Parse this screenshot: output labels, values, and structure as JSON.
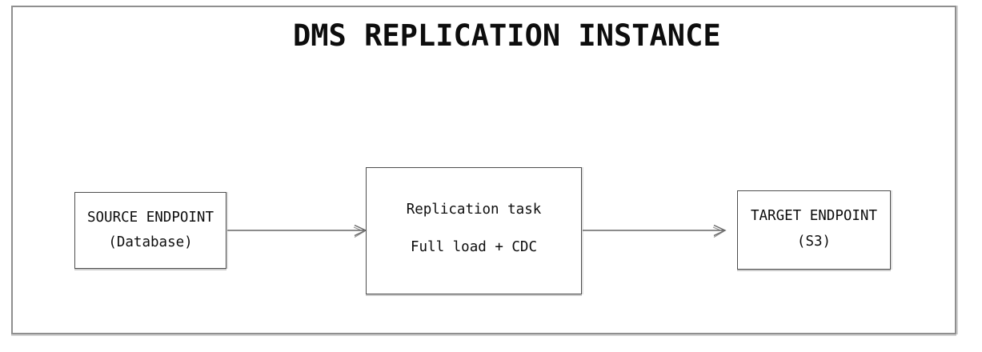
{
  "diagram": {
    "title": "DMS REPLICATION INSTANCE",
    "nodes": [
      {
        "id": "source-endpoint",
        "lines": [
          "SOURCE ENDPOINT",
          "(Database)"
        ]
      },
      {
        "id": "replication-task",
        "lines": [
          "Replication task",
          "Full load + CDC"
        ]
      },
      {
        "id": "target-endpoint",
        "lines": [
          "TARGET ENDPOINT",
          "(S3)"
        ]
      }
    ],
    "edges": [
      {
        "from": "source-endpoint",
        "to": "replication-task",
        "style": "open-chevron-arrow"
      },
      {
        "from": "replication-task",
        "to": "target-endpoint",
        "style": "open-chevron-arrow"
      }
    ],
    "colors": {
      "background": "#ffffff",
      "frame_border": "#8f8f8f",
      "node_border": "#4d4d4d",
      "arrow": "#666666",
      "text": "#0d0d0d"
    }
  }
}
